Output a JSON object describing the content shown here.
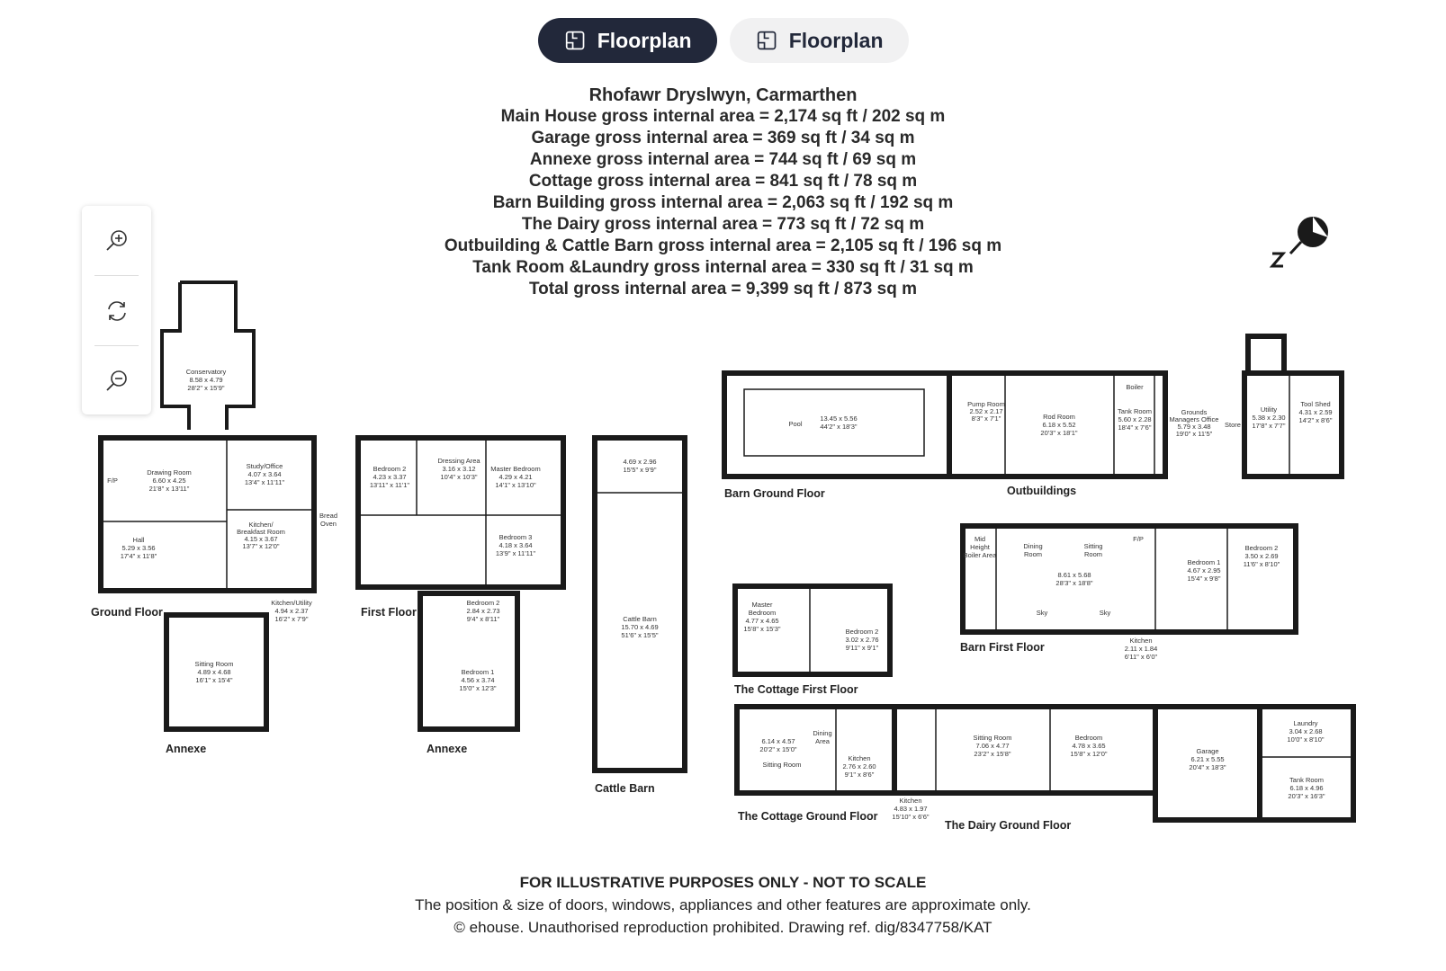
{
  "tabs": [
    {
      "label": "Floorplan",
      "active": true
    },
    {
      "label": "Floorplan",
      "active": false
    }
  ],
  "zoom_controls": {
    "zoom_in": "zoom-in-icon",
    "reset": "reset-icon",
    "zoom_out": "zoom-out-icon"
  },
  "header": {
    "title": "Rhofawr Dryslwyn, Carmarthen",
    "areas": [
      "Main House gross internal area = 2,174 sq ft / 202 sq m",
      "Garage gross internal area = 369 sq ft / 34 sq m",
      "Annexe gross internal area = 744 sq ft / 69 sq m",
      "Cottage gross internal area = 841 sq ft / 78 sq m",
      "Barn Building gross internal area = 2,063 sq ft / 192 sq m",
      "The Dairy gross internal area = 773 sq ft / 72 sq m",
      "Outbuilding & Cattle Barn gross internal area = 2,105 sq ft / 196 sq m",
      "Tank Room &Laundry gross internal area = 330 sq ft / 31 sq m",
      "Total gross internal area = 9,399 sq ft / 873 sq m"
    ]
  },
  "floor_labels": {
    "ground_floor": "Ground Floor",
    "first_floor": "First Floor",
    "annexe_ground": "Annexe",
    "annexe_first": "Annexe",
    "cattle_barn": "Cattle Barn",
    "barn_ground": "Barn Ground Floor",
    "outbuildings": "Outbuildings",
    "barn_first": "Barn First Floor",
    "cottage_first": "The Cottage First Floor",
    "cottage_ground": "The Cottage Ground Floor",
    "dairy_ground": "The Dairy Ground Floor"
  },
  "rooms": {
    "conservatory": [
      "Conservatory",
      "8.58 x 4.79",
      "28'2\" x 15'9\""
    ],
    "drawing_room": [
      "Drawing Room",
      "6.60 x 4.25",
      "21'8\" x 13'11\""
    ],
    "study": [
      "Study/Office",
      "4.07 x 3.64",
      "13'4\" x 11'11\""
    ],
    "kitchen_breakfast": [
      "Kitchen/",
      "Breakfast Room",
      "4.15 x 3.67",
      "13'7\" x 12'0\""
    ],
    "hall": [
      "Hall",
      "5.29 x 3.56",
      "17'4\" x 11'8\""
    ],
    "bread_oven": [
      "Bread",
      "Oven"
    ],
    "fp": "F/P",
    "kitchen_utility": [
      "Kitchen/Utility",
      "4.94 x 2.37",
      "16'2\" x 7'9\""
    ],
    "annexe_sitting": [
      "Sitting Room",
      "4.89 x 4.68",
      "16'1\" x 15'4\""
    ],
    "bedroom2_first": [
      "Bedroom 2",
      "4.23 x 3.37",
      "13'11\" x 11'1\""
    ],
    "dressing": [
      "Dressing Area",
      "3.16 x 3.12",
      "10'4\" x 10'3\""
    ],
    "master_bedroom": [
      "Master Bedroom",
      "4.29 x 4.21",
      "14'1\" x 13'10\""
    ],
    "bedroom3": [
      "Bedroom 3",
      "4.18 x 3.64",
      "13'9\" x 11'11\""
    ],
    "annexe_bed2": [
      "Bedroom 2",
      "2.84 x 2.73",
      "9'4\" x 8'11\""
    ],
    "annexe_bed1": [
      "Bedroom 1",
      "4.56 x 3.74",
      "15'0\" x 12'3\""
    ],
    "cattle_small": [
      "4.69 x 2.96",
      "15'5\" x 9'9\""
    ],
    "cattle_barn": [
      "Cattle Barn",
      "15.70 x 4.69",
      "51'6\" x 15'5\""
    ],
    "pool": "Pool",
    "pool_dims": [
      "13.45 x 5.56",
      "44'2\" x 18'3\""
    ],
    "pump_room": [
      "Pump Room",
      "2.52 x 2.17",
      "8'3\" x 7'1\""
    ],
    "rod_room": [
      "Rod Room",
      "6.18 x 5.52",
      "20'3\" x 18'1\""
    ],
    "boiler": "Boiler",
    "tank_room_out": [
      "Tank Room",
      "5.60 x 2.28",
      "18'4\" x 7'6\""
    ],
    "grounds_office": [
      "Grounds",
      "Managers Office",
      "5.79 x 3.48",
      "19'0\" x 11'5\""
    ],
    "store": "Store",
    "utility": [
      "Utility",
      "5.38 x 2.30",
      "17'8\" x 7'7\""
    ],
    "tool_shed": [
      "Tool Shed",
      "4.31 x 2.59",
      "14'2\" x 8'6\""
    ],
    "mid_height": [
      "Mid",
      "Height",
      "Boiler Area"
    ],
    "dining_room": [
      "Dining",
      "Room"
    ],
    "sitting_room_barn": [
      "Sitting",
      "Room"
    ],
    "barn_fp": "F/P",
    "barn_open": [
      "8.61 x 5.68",
      "28'3\" x 18'8\""
    ],
    "barn_bed1": [
      "Bedroom 1",
      "4.67 x 2.95",
      "15'4\" x 9'8\""
    ],
    "barn_bed2": [
      "Bedroom 2",
      "3.50 x 2.69",
      "11'6\" x 8'10\""
    ],
    "barn_kitchen": [
      "Kitchen",
      "2.11 x 1.84",
      "6'11\" x 6'0\""
    ],
    "sky": "Sky",
    "cottage_master": [
      "Master",
      "Bedroom",
      "4.77 x 4.65",
      "15'8\" x 15'3\""
    ],
    "cottage_bed2": [
      "Bedroom 2",
      "3.02 x 2.76",
      "9'11\" x 9'1\""
    ],
    "cottage_sitting": [
      "6.14 x 4.57",
      "20'2\" x 15'0\"",
      "Sitting Room"
    ],
    "cottage_dining": [
      "Dining",
      "Area"
    ],
    "cottage_kitchen": [
      "Kitchen",
      "2.76 x 2.60",
      "9'1\" x 8'6\""
    ],
    "dairy_kitchen": [
      "Kitchen",
      "4.83 x 1.97",
      "15'10\" x 6'6\""
    ],
    "dairy_sitting": [
      "Sitting Room",
      "7.06 x 4.77",
      "23'2\" x 15'8\""
    ],
    "dairy_bedroom": [
      "Bedroom",
      "4.78 x 3.65",
      "15'8\" x 12'0\""
    ],
    "garage": [
      "Garage",
      "6.21 x 5.55",
      "20'4\" x 18'3\""
    ],
    "laundry": [
      "Laundry",
      "3.04 x 2.68",
      "10'0\" x 8'10\""
    ],
    "tank_room": [
      "Tank Room",
      "6.18 x 4.96",
      "20'3\" x 16'3\""
    ]
  },
  "footer": {
    "line1": "FOR ILLUSTRATIVE PURPOSES ONLY - NOT TO SCALE",
    "line2": "The position & size of doors, windows, appliances and other features are approximate only.",
    "line3": "© ehouse. Unauthorised reproduction prohibited. Drawing ref. dig/8347758/KAT"
  },
  "colors": {
    "wall": "#1a1a1a",
    "tab_active_bg": "#22283a",
    "tab_inactive_bg": "#f1f1f2"
  }
}
